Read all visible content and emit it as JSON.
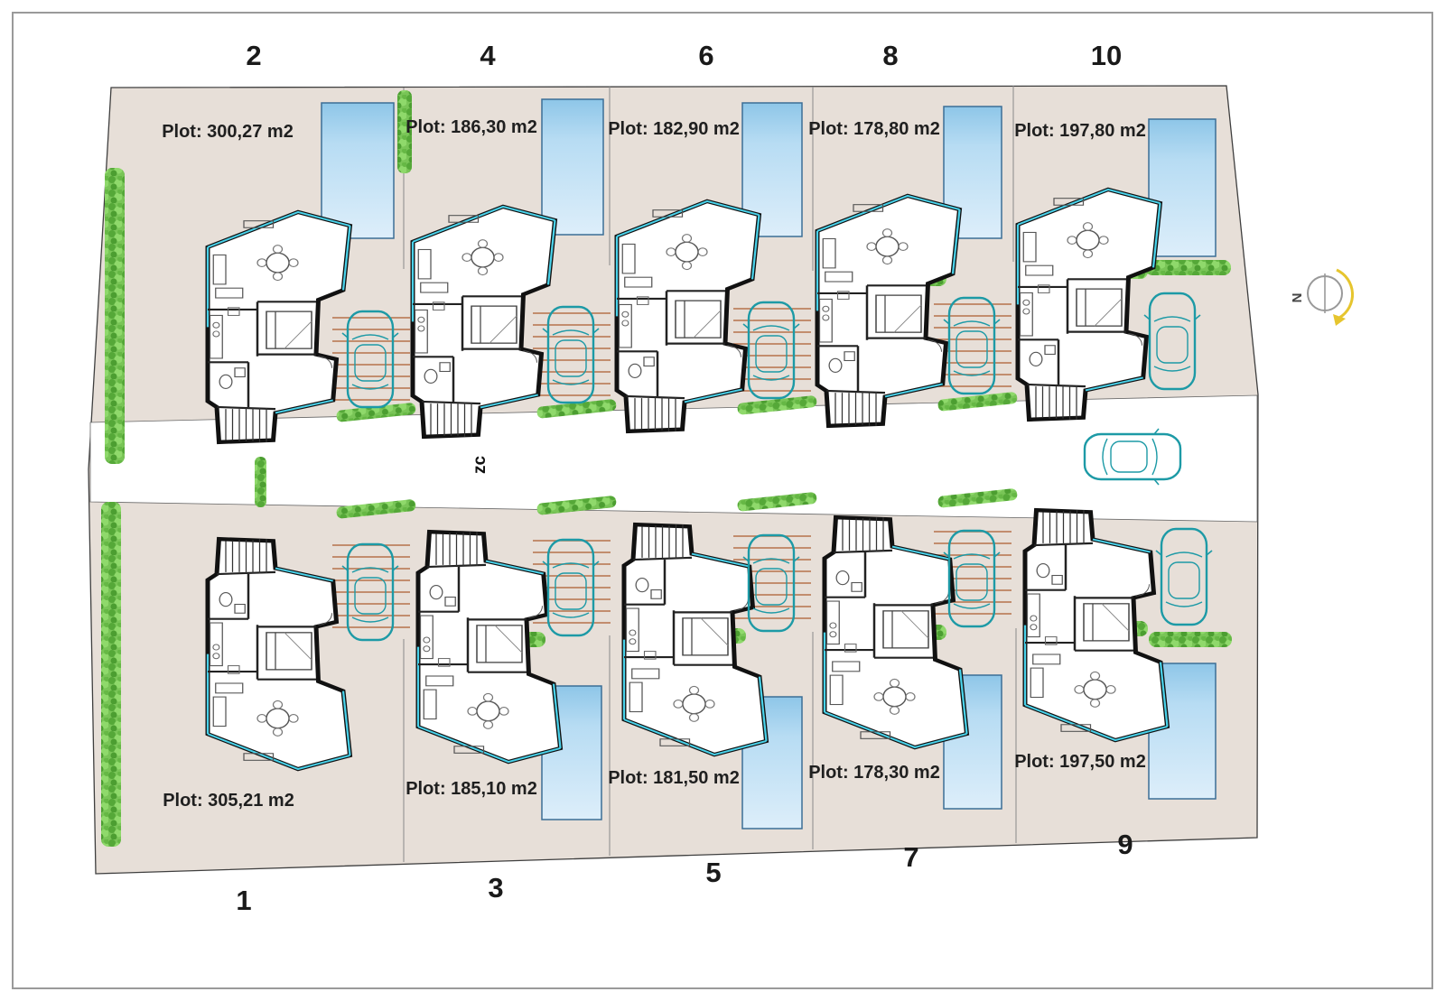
{
  "plots": [
    {
      "id": "2",
      "number": "2",
      "label": "Plot: 300,27 m2",
      "row": "top"
    },
    {
      "id": "4",
      "number": "4",
      "label": "Plot: 186,30 m2",
      "row": "top"
    },
    {
      "id": "6",
      "number": "6",
      "label": "Plot: 182,90 m2",
      "row": "top"
    },
    {
      "id": "8",
      "number": "8",
      "label": "Plot: 178,80 m2",
      "row": "top"
    },
    {
      "id": "10",
      "number": "10",
      "label": "Plot: 197,80 m2",
      "row": "top"
    },
    {
      "id": "1",
      "number": "1",
      "label": "Plot: 305,21 m2",
      "row": "bottom"
    },
    {
      "id": "3",
      "number": "3",
      "label": "Plot: 185,10 m2",
      "row": "bottom"
    },
    {
      "id": "5",
      "number": "5",
      "label": "Plot: 181,50 m2",
      "row": "bottom"
    },
    {
      "id": "7",
      "number": "7",
      "label": "Plot: 178,30 m2",
      "row": "bottom"
    },
    {
      "id": "9",
      "number": "9",
      "label": "Plot: 197,50 m2",
      "row": "bottom"
    }
  ],
  "road": {
    "label": "zc"
  },
  "compass": {
    "label": "N"
  },
  "colors": {
    "site_fill": "#e7dfd8",
    "pool_blue": "#a9d3ee",
    "pool_border": "#3c6e96",
    "hedge_green": "#6ab845",
    "car_teal": "#1d9aa6",
    "pergola_rust": "#b5724a",
    "glazing_cyan": "#49d2ea",
    "wall_black": "#111111",
    "compass_arrow_yellow": "#e6c52e"
  }
}
